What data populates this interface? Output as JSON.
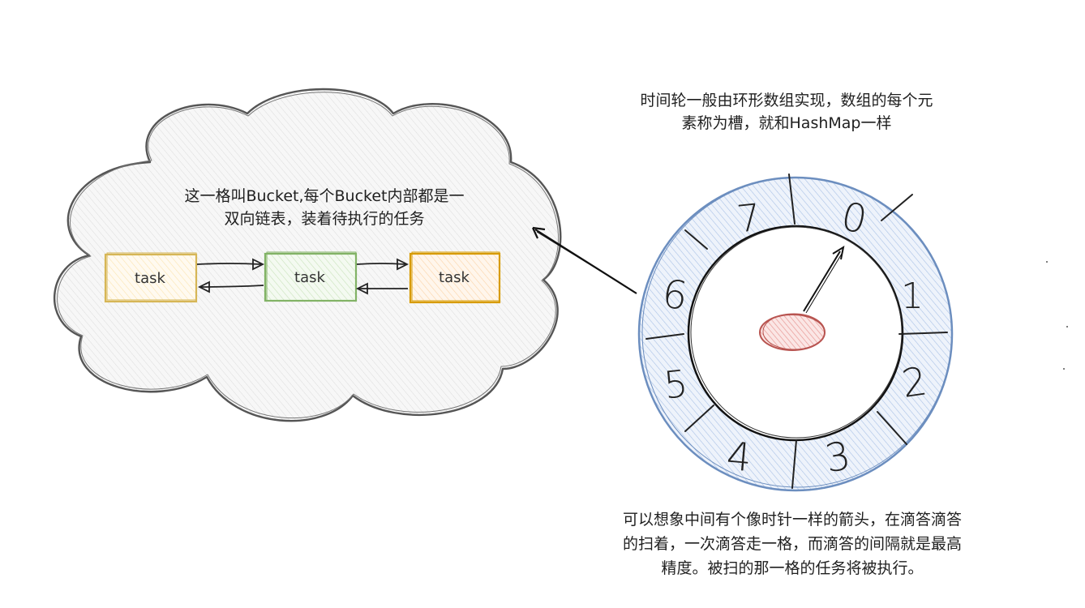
{
  "notes": {
    "top": "时间轮一般由环形数组实现，数组的每个元\n素称为槽，就和HashMap一样",
    "cloud": "这一格叫Bucket,每个Bucket内部都是一\n双向链表，装着待执行的任务",
    "bottom": "可以想象中间有个像时针一样的箭头，在滴答滴答\n的扫着，一次滴答走一格，而滴答的间隔就是最高\n精度。被扫的那一格的任务将被执行。"
  },
  "tasks": [
    {
      "label": "task",
      "stroke": "#d6b656",
      "fill": "#fff2cc"
    },
    {
      "label": "task",
      "stroke": "#82b366",
      "fill": "#d5e8d4"
    },
    {
      "label": "task",
      "stroke": "#d79b00",
      "fill": "#ffe6cc"
    }
  ],
  "wheel": {
    "slot_numbers": [
      "0",
      "1",
      "2",
      "3",
      "4",
      "5",
      "6",
      "7"
    ],
    "ring_stroke": "#6c8ebf",
    "ring_fill": "#dae8fc",
    "hub_stroke": "#b85450",
    "hub_fill": "#f8cecc"
  }
}
